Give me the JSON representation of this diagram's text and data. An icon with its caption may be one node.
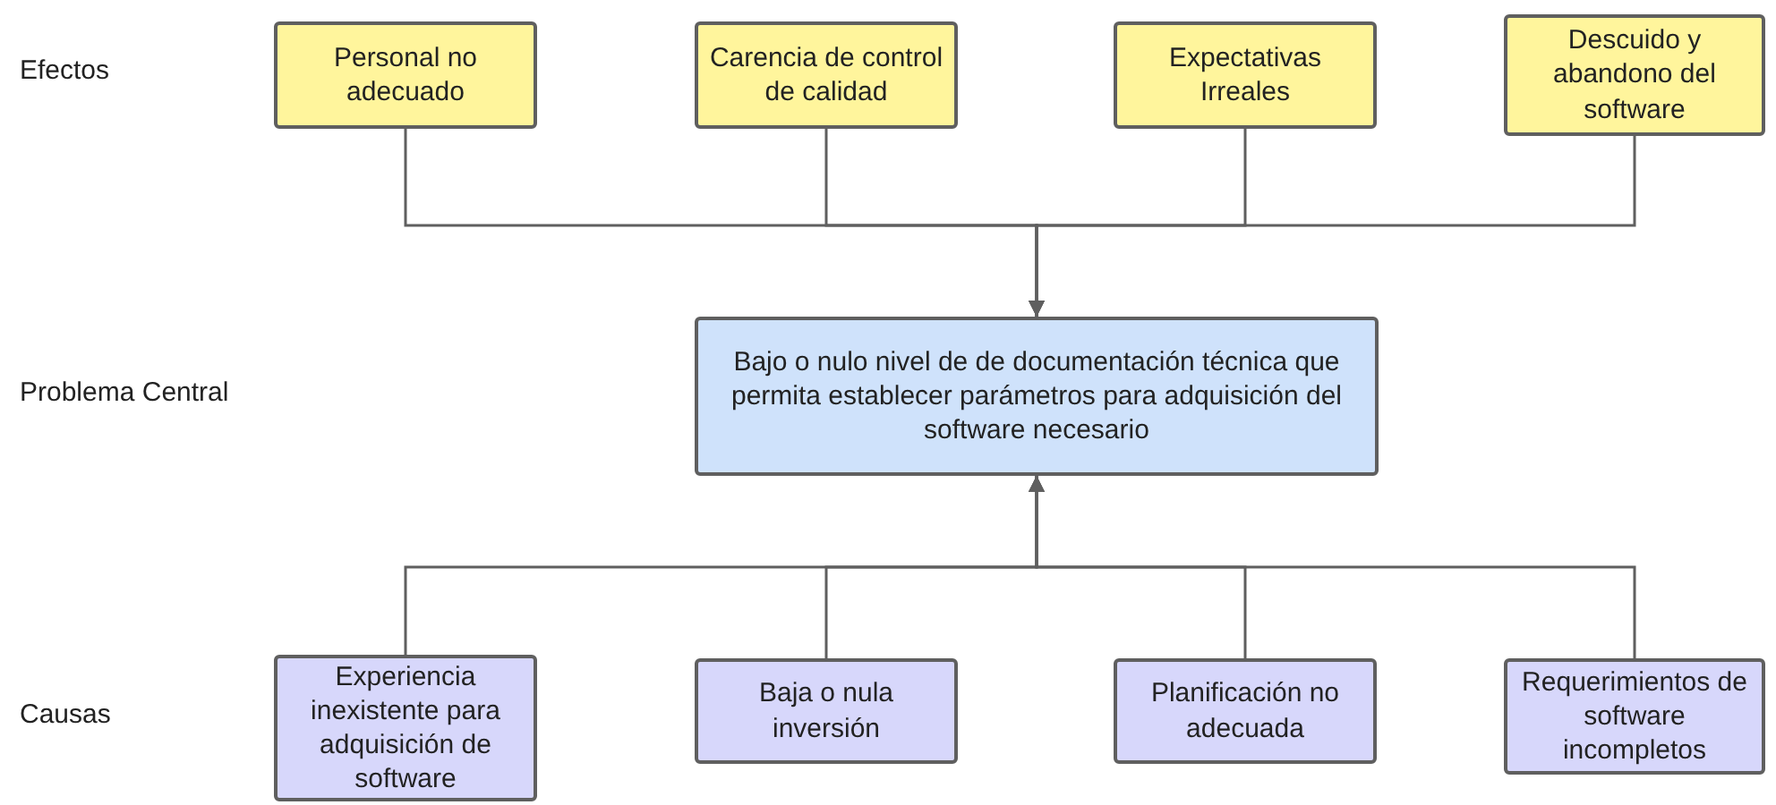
{
  "diagram": {
    "nodes": [
      {
        "text": [
          "Personal no adecuado"
        ]
      },
      {
        "text": [
          "Carencia de control de calidad"
        ]
      },
      {
        "text": [
          "Expectativas Irreales"
        ]
      },
      {
        "text": [
          "Descuido y abandono del software"
        ]
      },
      {
        "text": [
          "Bajo o nulo nivel de de documentación técnica que permita establecer parámetros para adquisición del software necesario"
        ]
      },
      {
        "text": [
          "Experiencia inexistente para adquisición de software"
        ]
      },
      {
        "text": [
          "Baja o nula inversión"
        ]
      },
      {
        "text": [
          "Planificación no adecuada"
        ]
      },
      {
        "text": [
          "Requerimientos de software incompletos"
        ]
      }
    ],
    "edges": [
      {
        "from": 0,
        "to": 4,
        "arrow": "to"
      },
      {
        "from": 1,
        "to": 4,
        "arrow": "to"
      },
      {
        "from": 2,
        "to": 4,
        "arrow": "to"
      },
      {
        "from": 3,
        "to": 4,
        "arrow": "to"
      },
      {
        "from": 5,
        "to": 4,
        "arrow": "to"
      },
      {
        "from": 6,
        "to": 4,
        "arrow": "to"
      },
      {
        "from": 7,
        "to": 4,
        "arrow": "to"
      },
      {
        "from": 8,
        "to": 4,
        "arrow": "to"
      }
    ],
    "labels": [
      "Efectos",
      "Problema Central",
      "Causas"
    ]
  }
}
